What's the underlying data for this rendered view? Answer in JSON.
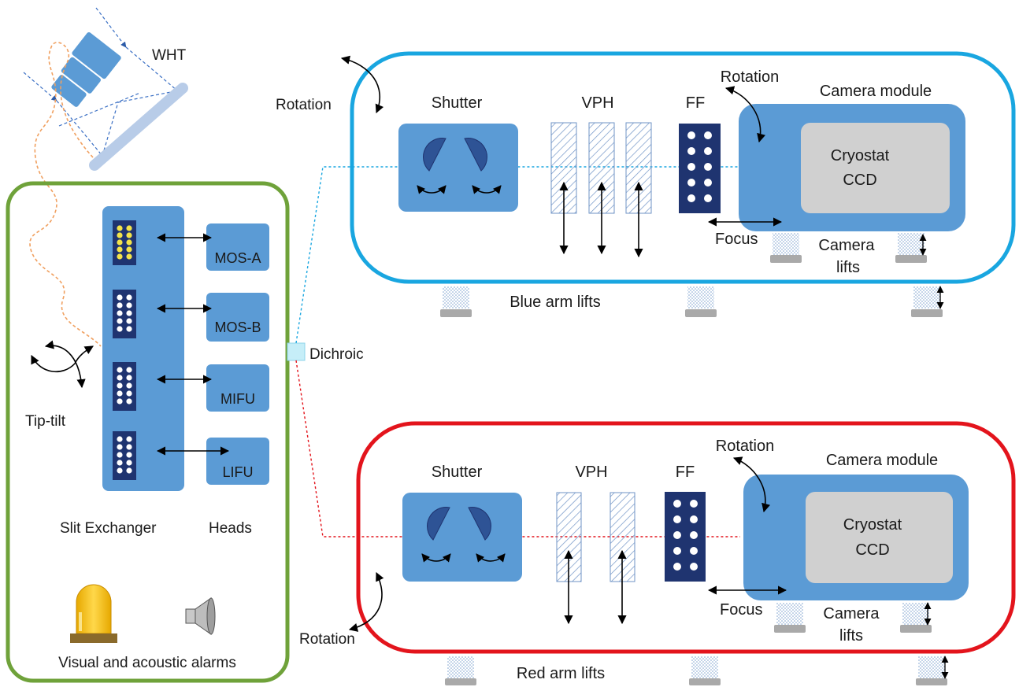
{
  "labels": {
    "telescope": "WHT",
    "tip_tilt": "Tip-tilt",
    "slit_exchanger": "Slit Exchanger",
    "heads": "Heads",
    "alarms": "Visual and acoustic alarms",
    "dichroic": "Dichroic"
  },
  "heads": [
    "MOS-A",
    "MOS-B",
    "MIFU",
    "LIFU"
  ],
  "blue_arm": {
    "rotation_outer": "Rotation",
    "shutter": "Shutter",
    "vph": "VPH",
    "ff": "FF",
    "rotation_camera": "Rotation",
    "camera_module": "Camera module",
    "cryostat": "Cryostat",
    "ccd": "CCD",
    "focus": "Focus",
    "camera_lifts_1": "Camera",
    "camera_lifts_2": "lifts",
    "arm_lifts": "Blue arm lifts"
  },
  "red_arm": {
    "rotation_outer": "Rotation",
    "shutter": "Shutter",
    "vph": "VPH",
    "ff": "FF",
    "rotation_camera": "Rotation",
    "camera_module": "Camera module",
    "cryostat": "Cryostat",
    "ccd": "CCD",
    "focus": "Focus",
    "camera_lifts_1": "Camera",
    "camera_lifts_2": "lifts",
    "arm_lifts": "Red arm lifts"
  },
  "colors": {
    "blue_frame": "#19a6e0",
    "red_frame": "#e3141c",
    "green_frame": "#6fa23a",
    "module_blue": "#5b9bd5",
    "dark_navy": "#1f3470",
    "cryostat_grey": "#d0d0d0"
  }
}
